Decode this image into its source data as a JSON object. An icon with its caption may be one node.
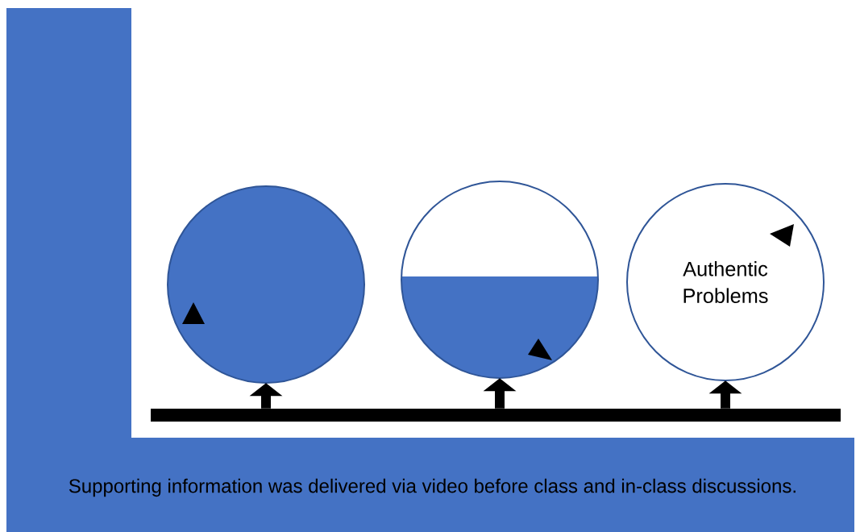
{
  "diagram": {
    "nodes": [
      {
        "text": [
          "Supporting information was delivered via video before class and in-class discussions."
        ]
      },
      {
        "text": [],
        "shape": "circle"
      },
      {
        "text": [],
        "shape": "circle"
      },
      {
        "text": [
          "Authentic Problems"
        ]
      },
      {
        "text": [],
        "shape": "bar"
      }
    ],
    "edges": [
      {
        "from": 4,
        "to": 1,
        "arrow": "to"
      },
      {
        "from": 4,
        "to": 2,
        "arrow": "to"
      },
      {
        "from": 4,
        "to": 3,
        "arrow": "to"
      }
    ]
  }
}
